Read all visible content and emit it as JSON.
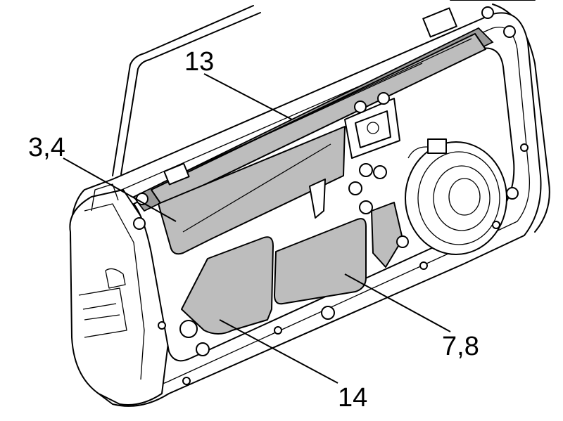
{
  "diagram": {
    "callouts": [
      {
        "id": "c13",
        "label": "13"
      },
      {
        "id": "c34",
        "label": "3,4"
      },
      {
        "id": "c78",
        "label": "7,8"
      },
      {
        "id": "c14",
        "label": "14"
      }
    ]
  }
}
